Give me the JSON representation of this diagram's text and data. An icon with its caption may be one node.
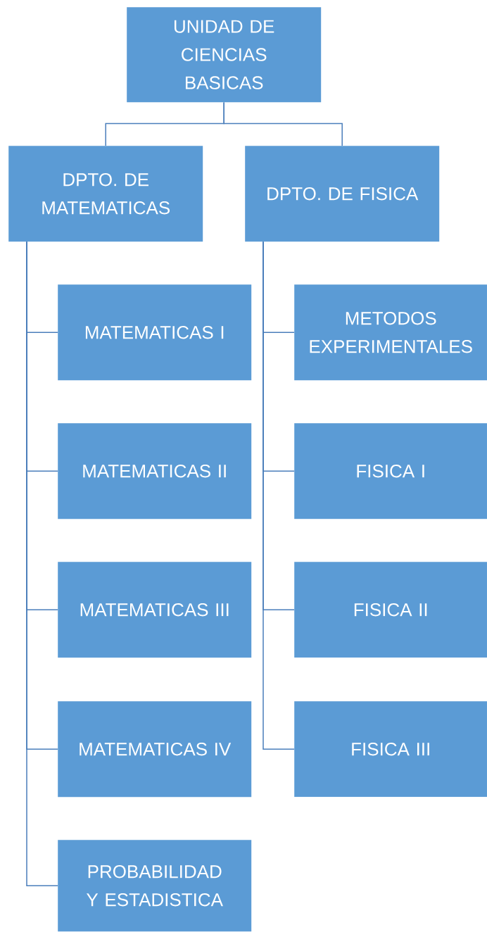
{
  "diagram": {
    "nodes": [
      {
        "text": [
          "UNIDAD DE CIENCIAS BASICAS"
        ]
      },
      {
        "text": [
          "DPTO. DE MATEMATICAS"
        ]
      },
      {
        "text": [
          "DPTO. DE FISICA"
        ]
      },
      {
        "text": [
          "MATEMATICAS I"
        ]
      },
      {
        "text": [
          "MATEMATICAS II"
        ]
      },
      {
        "text": [
          "MATEMATICAS III"
        ]
      },
      {
        "text": [
          "MATEMATICAS IV"
        ]
      },
      {
        "text": [
          "PROBABILIDAD Y ESTADISTICA"
        ]
      },
      {
        "text": [
          "METODOS EXPERIMENTALES"
        ]
      },
      {
        "text": [
          "FISICA I"
        ]
      },
      {
        "text": [
          "FISICA II"
        ]
      },
      {
        "text": [
          "FISICA III"
        ]
      }
    ],
    "edges": [
      {
        "from": 0,
        "to": 1,
        "arrow": "none"
      },
      {
        "from": 0,
        "to": 2,
        "arrow": "none"
      },
      {
        "from": 1,
        "to": 3,
        "arrow": "none"
      },
      {
        "from": 1,
        "to": 4,
        "arrow": "none"
      },
      {
        "from": 1,
        "to": 5,
        "arrow": "none"
      },
      {
        "from": 1,
        "to": 6,
        "arrow": "none"
      },
      {
        "from": 1,
        "to": 7,
        "arrow": "none"
      },
      {
        "from": 2,
        "to": 8,
        "arrow": "none"
      },
      {
        "from": 2,
        "to": 9,
        "arrow": "none"
      },
      {
        "from": 2,
        "to": 10,
        "arrow": "none"
      },
      {
        "from": 2,
        "to": 11,
        "arrow": "none"
      }
    ]
  }
}
